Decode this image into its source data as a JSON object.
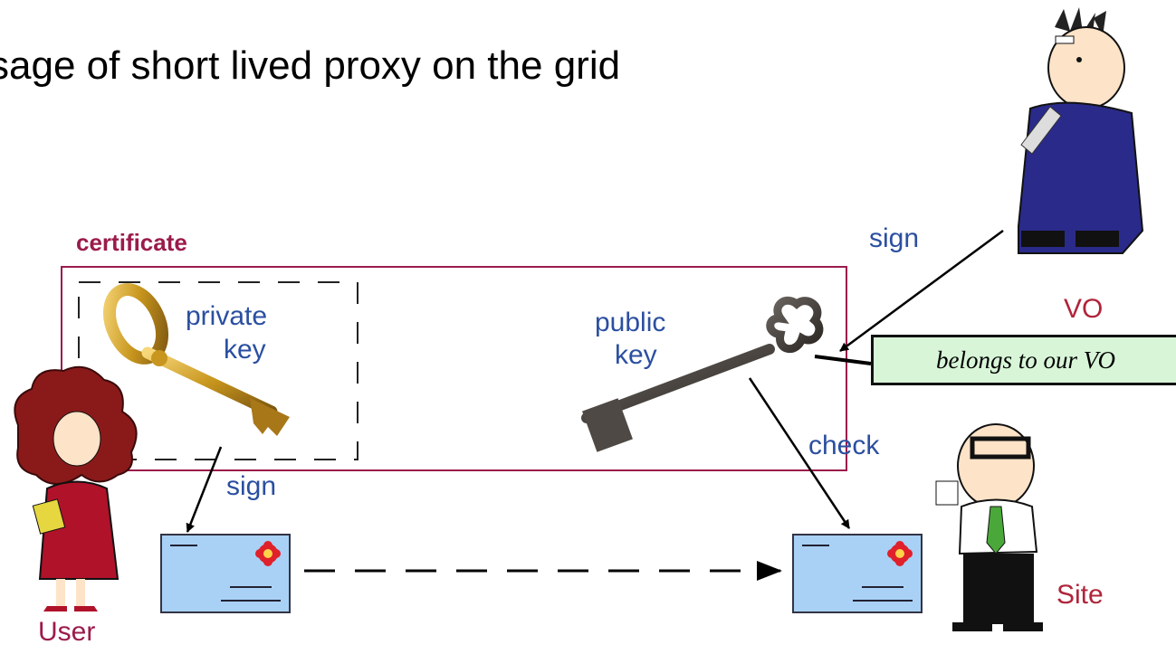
{
  "title": "sage of short lived proxy on the grid",
  "certificate_label": "certificate",
  "private_key_label": [
    "private",
    "key"
  ],
  "public_key_label": [
    "public",
    "key"
  ],
  "sign_vo_label": "sign",
  "sign_user_label": "sign",
  "check_label": "check",
  "vo_label": "VO",
  "site_label": "Site",
  "user_label": "User",
  "banner_text": "belongs to our VO",
  "colors": {
    "certificate": "#9b1b4b",
    "labels": "#2b4fa0",
    "envelope": "#a9d1f5",
    "banner": "#d8f5d8",
    "seal": "#e0202a"
  }
}
